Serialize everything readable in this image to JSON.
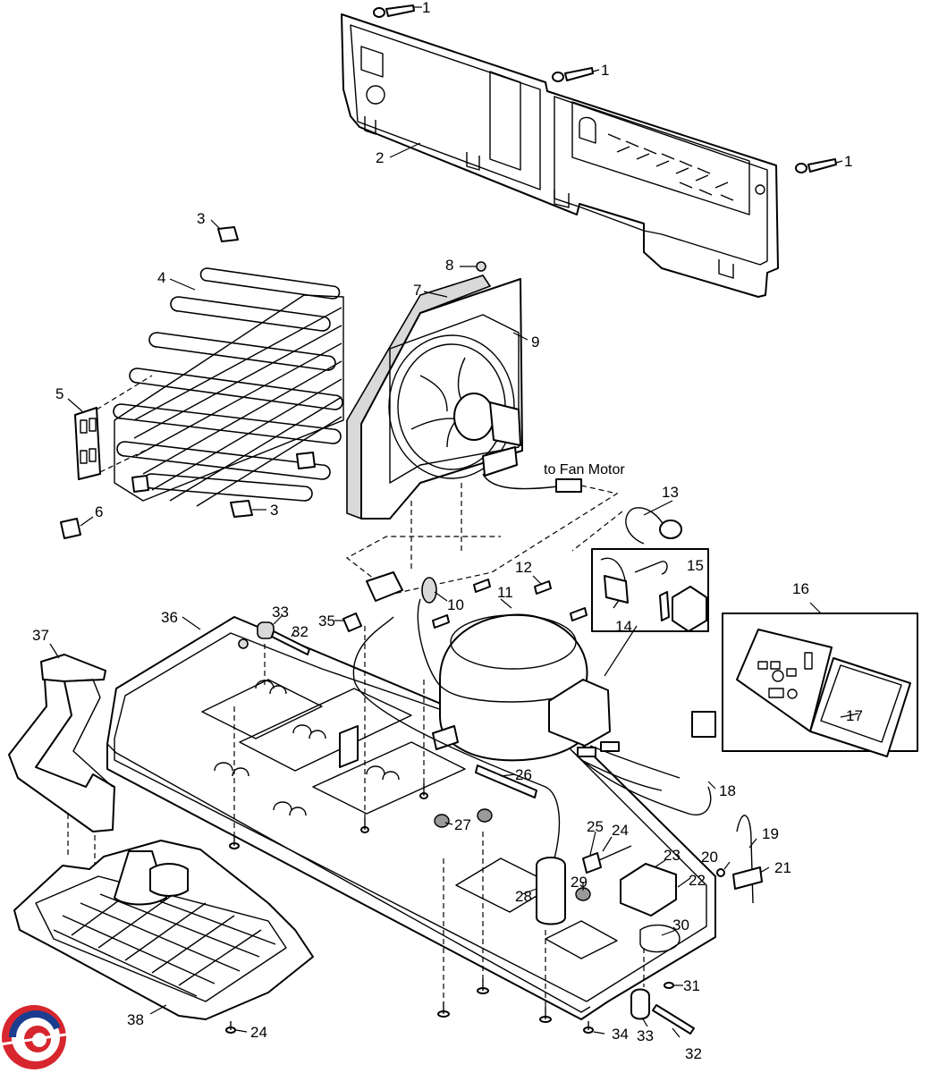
{
  "diagram": {
    "note": "to Fan Motor",
    "callouts": [
      {
        "id": "c1a",
        "text": "1"
      },
      {
        "id": "c1b",
        "text": "1"
      },
      {
        "id": "c1c",
        "text": "1"
      },
      {
        "id": "c2",
        "text": "2"
      },
      {
        "id": "c3a",
        "text": "3"
      },
      {
        "id": "c3b",
        "text": "3"
      },
      {
        "id": "c4",
        "text": "4"
      },
      {
        "id": "c5",
        "text": "5"
      },
      {
        "id": "c6",
        "text": "6"
      },
      {
        "id": "c7",
        "text": "7"
      },
      {
        "id": "c8",
        "text": "8"
      },
      {
        "id": "c9",
        "text": "9"
      },
      {
        "id": "c10",
        "text": "10"
      },
      {
        "id": "c11",
        "text": "11"
      },
      {
        "id": "c12",
        "text": "12"
      },
      {
        "id": "c13",
        "text": "13"
      },
      {
        "id": "c14",
        "text": "14"
      },
      {
        "id": "c15",
        "text": "15"
      },
      {
        "id": "c16",
        "text": "16"
      },
      {
        "id": "c17",
        "text": "17"
      },
      {
        "id": "c18",
        "text": "18"
      },
      {
        "id": "c19",
        "text": "19"
      },
      {
        "id": "c20",
        "text": "20"
      },
      {
        "id": "c21",
        "text": "21"
      },
      {
        "id": "c22",
        "text": "22"
      },
      {
        "id": "c23",
        "text": "23"
      },
      {
        "id": "c24a",
        "text": "24"
      },
      {
        "id": "c24b",
        "text": "24"
      },
      {
        "id": "c25",
        "text": "25"
      },
      {
        "id": "c26",
        "text": "26"
      },
      {
        "id": "c27",
        "text": "27"
      },
      {
        "id": "c28",
        "text": "28"
      },
      {
        "id": "c29",
        "text": "29"
      },
      {
        "id": "c30",
        "text": "30"
      },
      {
        "id": "c31",
        "text": "31"
      },
      {
        "id": "c32a",
        "text": "32"
      },
      {
        "id": "c32b",
        "text": "32"
      },
      {
        "id": "c33a",
        "text": "33"
      },
      {
        "id": "c33b",
        "text": "33"
      },
      {
        "id": "c34",
        "text": "34"
      },
      {
        "id": "c35",
        "text": "35"
      },
      {
        "id": "c36",
        "text": "36"
      },
      {
        "id": "c37",
        "text": "37"
      },
      {
        "id": "c38",
        "text": "38"
      }
    ]
  },
  "logo": {
    "primary_color": "#d7262e",
    "secondary_color": "#1b3d8f"
  },
  "colors": {
    "line": "#000000",
    "background": "#ffffff",
    "shade": "#d9d9d9"
  }
}
